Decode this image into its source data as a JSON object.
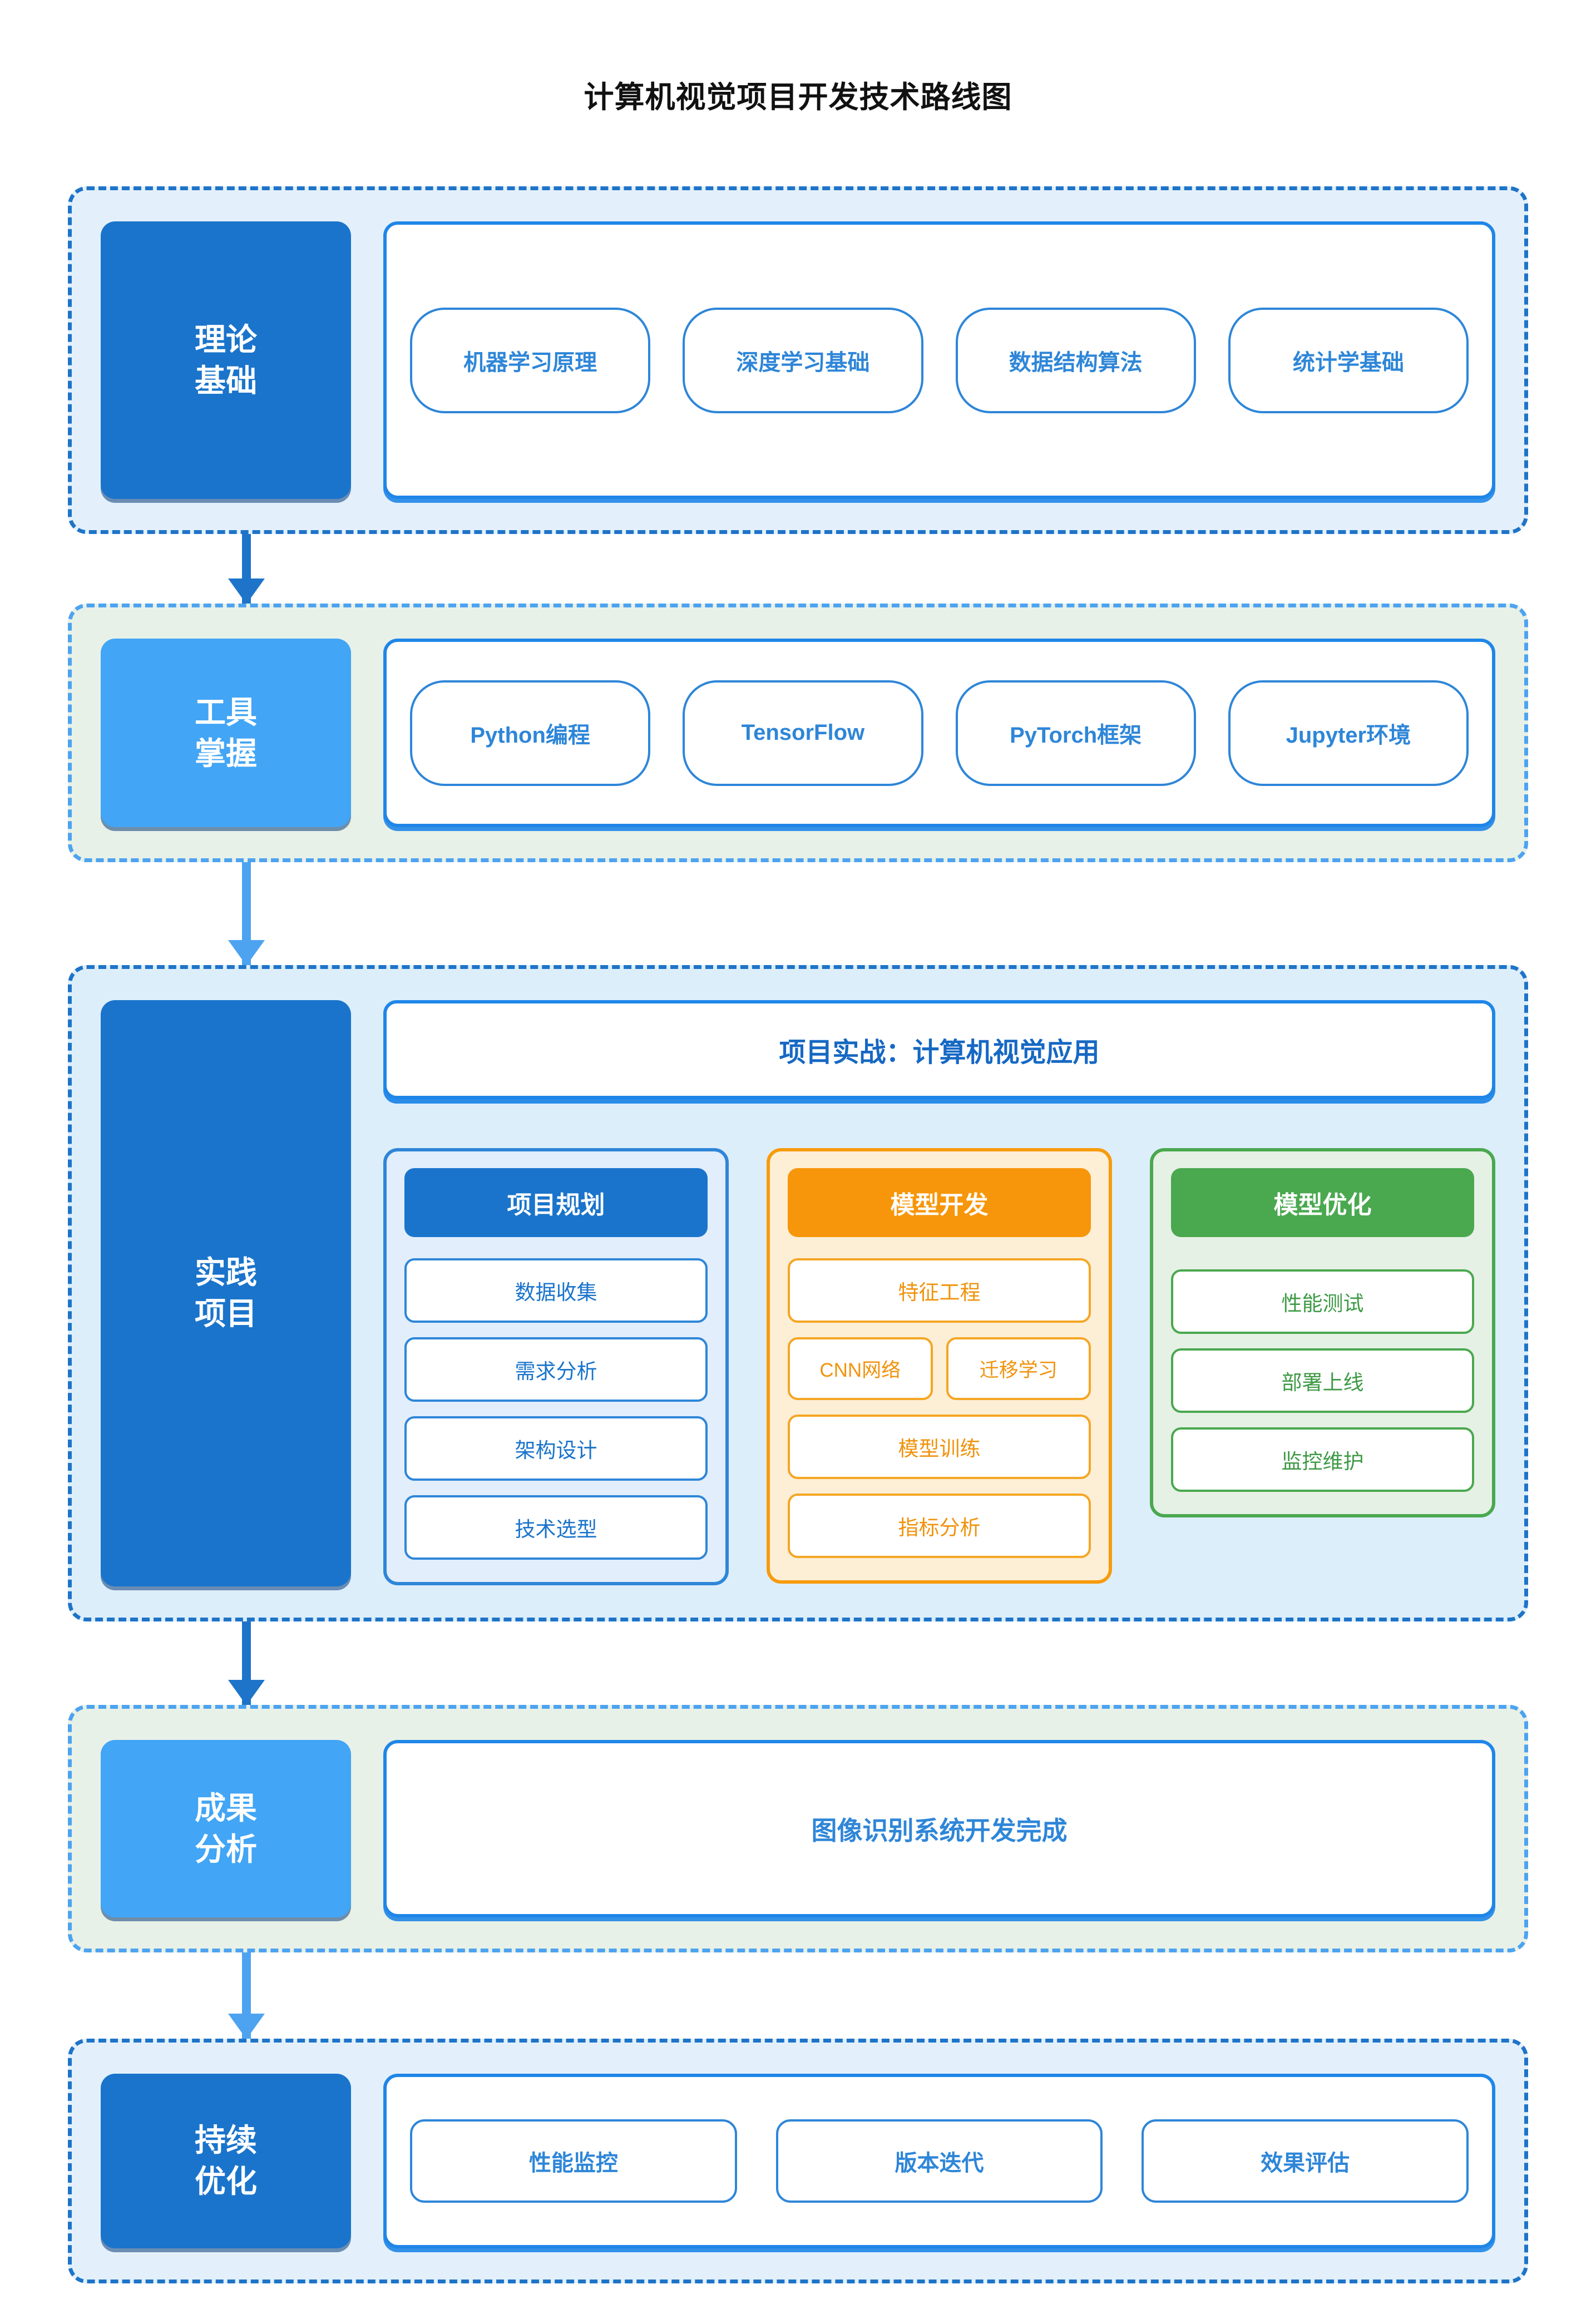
{
  "title": "计算机视觉项目开发技术路线图",
  "colors": {
    "stage_blue_bg": "#e3f0fb",
    "stage_blue_border": "#1e74c8",
    "stage_green_bg": "#e8f1e7",
    "stage_green_border": "#4da3f0",
    "label_dark_blue": "#1a74cb",
    "label_light_blue": "#42a5f5",
    "accent_orange": "#f7960a",
    "accent_green": "#4aa84f",
    "arrow_dark": "#1d74c9",
    "arrow_light": "#4da3f0"
  },
  "stages": [
    {
      "id": "theory",
      "label_lines": [
        "理论",
        "基础"
      ],
      "items": [
        "机器学习原理",
        "深度学习基础",
        "数据结构算法",
        "统计学基础"
      ]
    },
    {
      "id": "tools",
      "label_lines": [
        "工具",
        "掌握"
      ],
      "items": [
        "Python编程",
        "TensorFlow",
        "PyTorch框架",
        "Jupyter环境"
      ]
    },
    {
      "id": "practice",
      "label_lines": [
        "实践",
        "项目"
      ],
      "banner": "项目实战：计算机视觉应用",
      "columns": [
        {
          "head": "项目规划",
          "items": [
            "数据收集",
            "需求分析",
            "架构设计",
            "技术选型"
          ],
          "paired": []
        },
        {
          "head": "模型开发",
          "items": [
            "特征工程",
            "模型训练",
            "指标分析"
          ],
          "paired": [
            "CNN网络",
            "迁移学习"
          ]
        },
        {
          "head": "模型优化",
          "items": [
            "性能测试",
            "部署上线",
            "监控维护"
          ],
          "paired": []
        }
      ]
    },
    {
      "id": "result",
      "label_lines": [
        "成果",
        "分析"
      ],
      "banner": "图像识别系统开发完成"
    },
    {
      "id": "optimize",
      "label_lines": [
        "持续",
        "优化"
      ],
      "items": [
        "性能监控",
        "版本迭代",
        "效果评估"
      ]
    }
  ]
}
